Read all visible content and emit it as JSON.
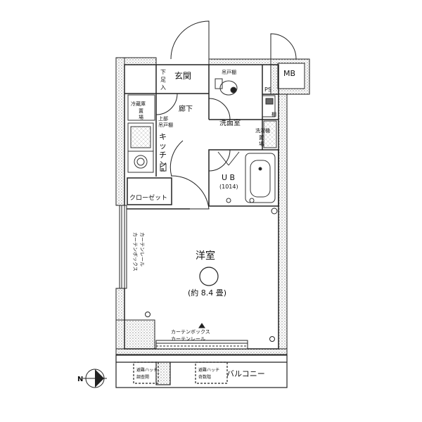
{
  "rooms": {
    "genkan": "玄関",
    "geta": [
      "下",
      "足",
      "入"
    ],
    "roka": "廊下",
    "kitchen": [
      "キ",
      "ッ",
      "チ",
      "ン"
    ],
    "kitchen_r": "R",
    "reizoko": [
      "冷蔵庫",
      "置",
      "場"
    ],
    "jobukan": [
      "上部",
      "吊戸棚"
    ],
    "senmenshitsu": "洗面室",
    "tenbukan": "吊戸棚",
    "sentakuki": [
      "洗濯機",
      "置",
      "場"
    ],
    "ps": "PS",
    "tana": [
      "棚"
    ],
    "mb": "MB",
    "ub": "U B",
    "ub_size": "(1014)",
    "closet": "クローゼット",
    "curtain_left": [
      "カーテンボックス",
      "カーテンレール"
    ],
    "youshitsu": "洋室",
    "youshitsu_size": "(約 8.4 畳)",
    "curtain_bottom": [
      "カーテンボックス",
      "カーテンレール"
    ],
    "balcony": "バルコニー",
    "hatch_left": [
      "避難ハッチ",
      "調查開"
    ],
    "hatch_right": [
      "避難ハッチ",
      "奇数階"
    ],
    "north": "N"
  }
}
